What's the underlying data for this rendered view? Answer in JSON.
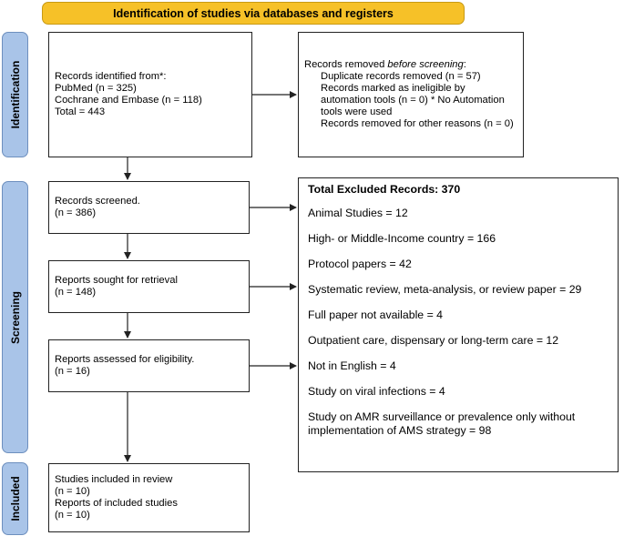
{
  "header": "Identification of studies via databases and registers",
  "phases": [
    "Identification",
    "Screening",
    "Included"
  ],
  "identification": {
    "records_title": "Records identified from*:",
    "records_lines": [
      "PubMed (n = 325)",
      "Cochrane and Embase (n = 118)",
      "Total = 443"
    ],
    "removed_title_prefix": "Records removed ",
    "removed_title_italic": "before screening",
    "removed_title_suffix": ":",
    "removed_lines": [
      "Duplicate records removed (n = 57)",
      "Records marked as ineligible by automation tools (n = 0) * No Automation tools were used",
      "Records removed for other reasons (n = 0)"
    ]
  },
  "screening": {
    "screened": [
      "Records screened.",
      "(n = 386)"
    ],
    "sought": [
      "Reports sought for retrieval",
      "(n = 148)"
    ],
    "assessed": [
      "Reports assessed for eligibility.",
      "(n = 16)"
    ],
    "excluded_title": "Total Excluded Records: 370",
    "excluded_items": [
      "Animal Studies = 12",
      "High- or Middle-Income country = 166",
      "Protocol papers = 42",
      "Systematic review, meta-analysis, or review paper = 29",
      "Full paper not available = 4",
      "Outpatient care, dispensary or long-term care = 12",
      "Not in English = 4",
      "Study on viral infections = 4",
      "Study on AMR surveillance or prevalence only without implementation of AMS strategy = 98"
    ]
  },
  "included": {
    "lines": [
      "Studies included in review",
      "(n = 10)",
      "Reports of included studies",
      "(n = 10)"
    ]
  }
}
